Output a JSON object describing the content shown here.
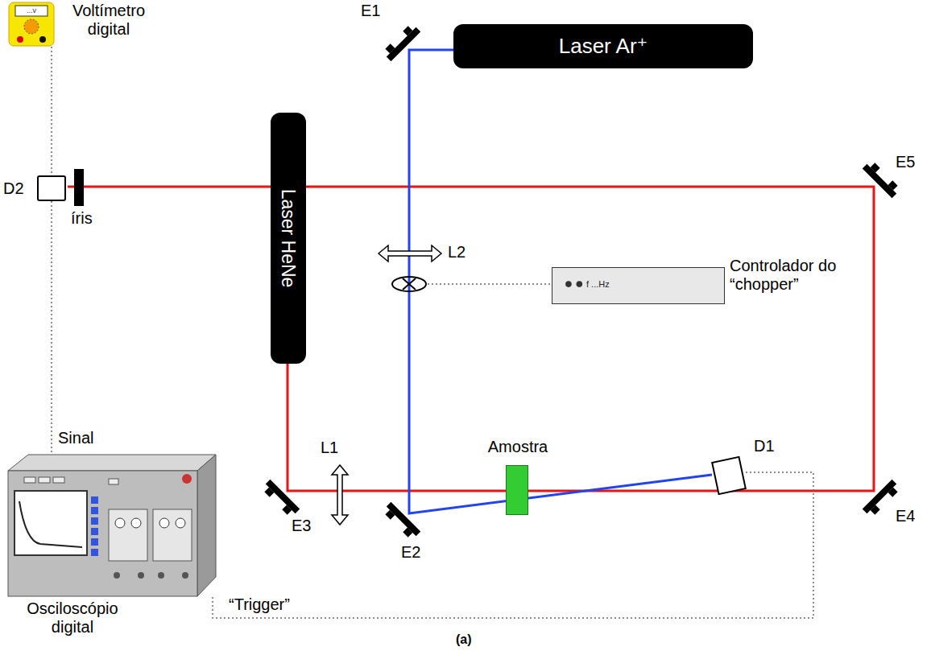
{
  "diagram": {
    "nodes": [
      {
        "text": [
          "...v",
          "Voltímetro digital"
        ]
      },
      {
        "text": [
          "Laser Ar⁺"
        ]
      },
      {
        "text": [
          "D2"
        ]
      },
      {
        "text": [
          "Laser HeNe"
        ]
      },
      {
        "text": [
          "f ...Hz",
          "Controlador do “chopper”"
        ]
      },
      {
        "text": [
          "Osciloscópio digital"
        ]
      },
      {
        "text": [
          "Amostra"
        ]
      },
      {
        "text": [
          "D1"
        ]
      }
    ],
    "edges": [
      {
        "from": 0,
        "to": 2,
        "arrow": "none"
      },
      {
        "from": 2,
        "to": 5,
        "arrow": "none",
        "label": "Sinal"
      },
      {
        "from": 7,
        "to": 5,
        "arrow": "none",
        "label": "“Trigger”"
      }
    ],
    "labels": [
      "E1",
      "íris",
      "E5",
      "L2",
      "L1",
      "E3",
      "E2",
      "E4",
      "(a)"
    ]
  }
}
